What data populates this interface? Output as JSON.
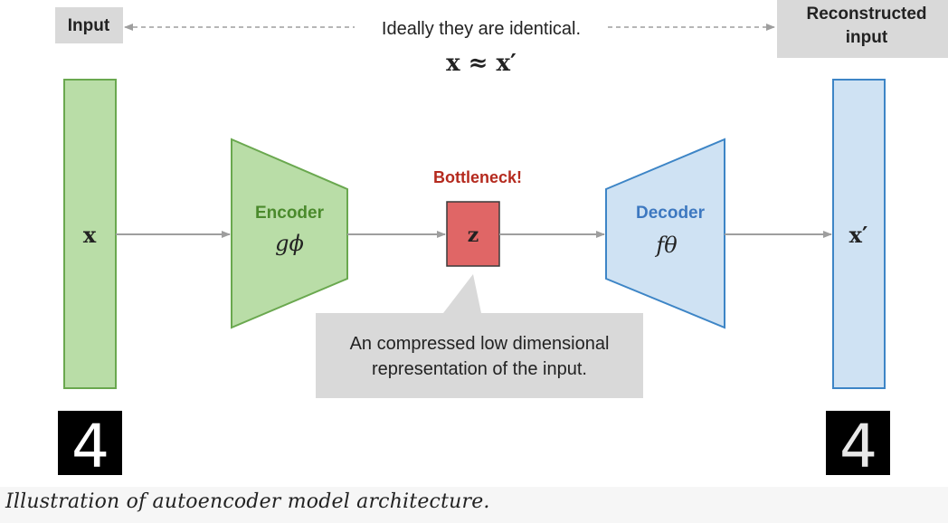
{
  "diagram": {
    "input_label": "Input",
    "reconstructed_label_line1": "Reconstructed",
    "reconstructed_label_line2": "input",
    "ideal_text": "Ideally they are identical.",
    "ideal_math": "x ≈ x′",
    "input_vector": "x",
    "output_vector": "x′",
    "encoder_title": "Encoder",
    "encoder_func": "gϕ",
    "decoder_title": "Decoder",
    "decoder_func": "fθ",
    "bottleneck_title": "Bottleneck!",
    "latent": "z",
    "callout_line1": "An compressed low dimensional",
    "callout_line2": "representation of the input.",
    "input_digit": "4",
    "output_digit": "4"
  },
  "caption": "Illustration of autoencoder model architecture.",
  "colors": {
    "input_fill": "#b9dda7",
    "input_stroke": "#6aa84f",
    "encoder_text": "#4a8a2c",
    "output_fill": "#cfe2f3",
    "output_stroke": "#3d85c6",
    "decoder_text": "#3d78c0",
    "bottleneck_fill": "#e06666",
    "bottleneck_text": "#b52a1e",
    "label_box": "#d9d9d9",
    "arrow": "#9e9e9e"
  }
}
